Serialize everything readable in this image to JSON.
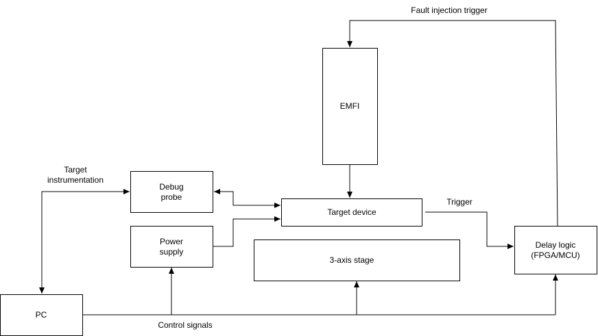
{
  "nodes": {
    "emfi": "EMFI",
    "debug_probe": [
      "Debug",
      "probe"
    ],
    "target_device": "Target device",
    "power_supply": [
      "Power",
      "supply"
    ],
    "stage": "3-axis stage",
    "delay_logic": [
      "Delay logic",
      "(FPGA/MCU)"
    ],
    "pc": "PC"
  },
  "labels": {
    "fault_injection_trigger": "Fault injection trigger",
    "target_instrumentation": [
      "Target",
      "instrumentation"
    ],
    "trigger": "Trigger",
    "control_signals": "Control signals"
  },
  "edges": [
    {
      "from": "pc",
      "to": "debug_probe",
      "label": "Target instrumentation",
      "bidirectional": true
    },
    {
      "from": "debug_probe",
      "to": "target_device",
      "bidirectional": true
    },
    {
      "from": "power_supply",
      "to": "target_device"
    },
    {
      "from": "emfi",
      "to": "target_device"
    },
    {
      "from": "target_device",
      "to": "delay_logic",
      "label": "Trigger"
    },
    {
      "from": "delay_logic",
      "to": "emfi",
      "label": "Fault injection trigger"
    },
    {
      "from": "pc",
      "to": "power_supply",
      "label": "Control signals"
    },
    {
      "from": "pc",
      "to": "stage",
      "label": "Control signals"
    },
    {
      "from": "pc",
      "to": "delay_logic",
      "label": "Control signals"
    }
  ]
}
